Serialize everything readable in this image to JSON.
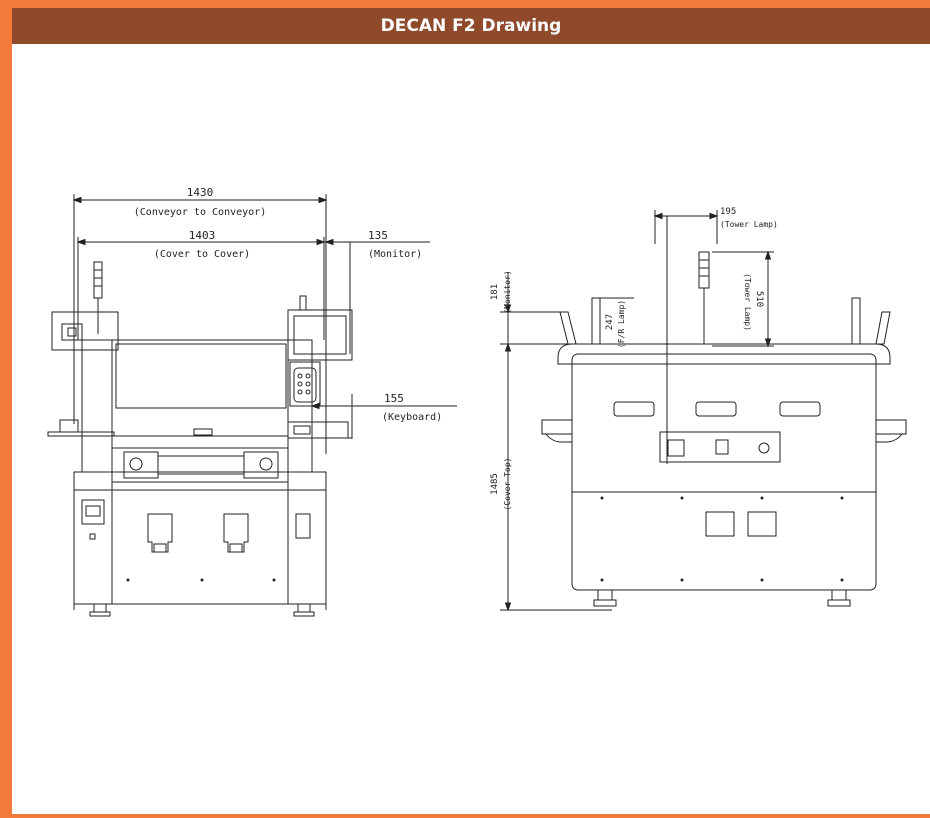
{
  "header": {
    "title": "DECAN F2 Drawing"
  },
  "colors": {
    "accent": "#f47a3a",
    "header_bg": "#8f4a2c",
    "header_text": "#ffffff",
    "line": "#222222"
  },
  "front_view": {
    "dim_conveyor": {
      "value": "1430",
      "caption": "(Conveyor to Conveyor)"
    },
    "dim_cover": {
      "value": "1403",
      "caption": "(Cover to Cover)"
    },
    "dim_monitor": {
      "value": "135",
      "caption": "(Monitor)"
    },
    "dim_keyboard": {
      "value": "155",
      "caption": "(Keyboard)"
    }
  },
  "side_view": {
    "dim_tower_lamp_h": {
      "value": "195",
      "caption": "(Tower Lamp)"
    },
    "dim_tower_lamp_v": {
      "value": "510",
      "caption": "(Tower Lamp)"
    },
    "dim_monitor": {
      "value": "181",
      "caption": "(Monitor)"
    },
    "dim_fr_lamp": {
      "value": "247",
      "caption": "(F/R Lamp)"
    },
    "dim_cover_top": {
      "value": "1485",
      "caption": "(Cover Top)"
    }
  }
}
